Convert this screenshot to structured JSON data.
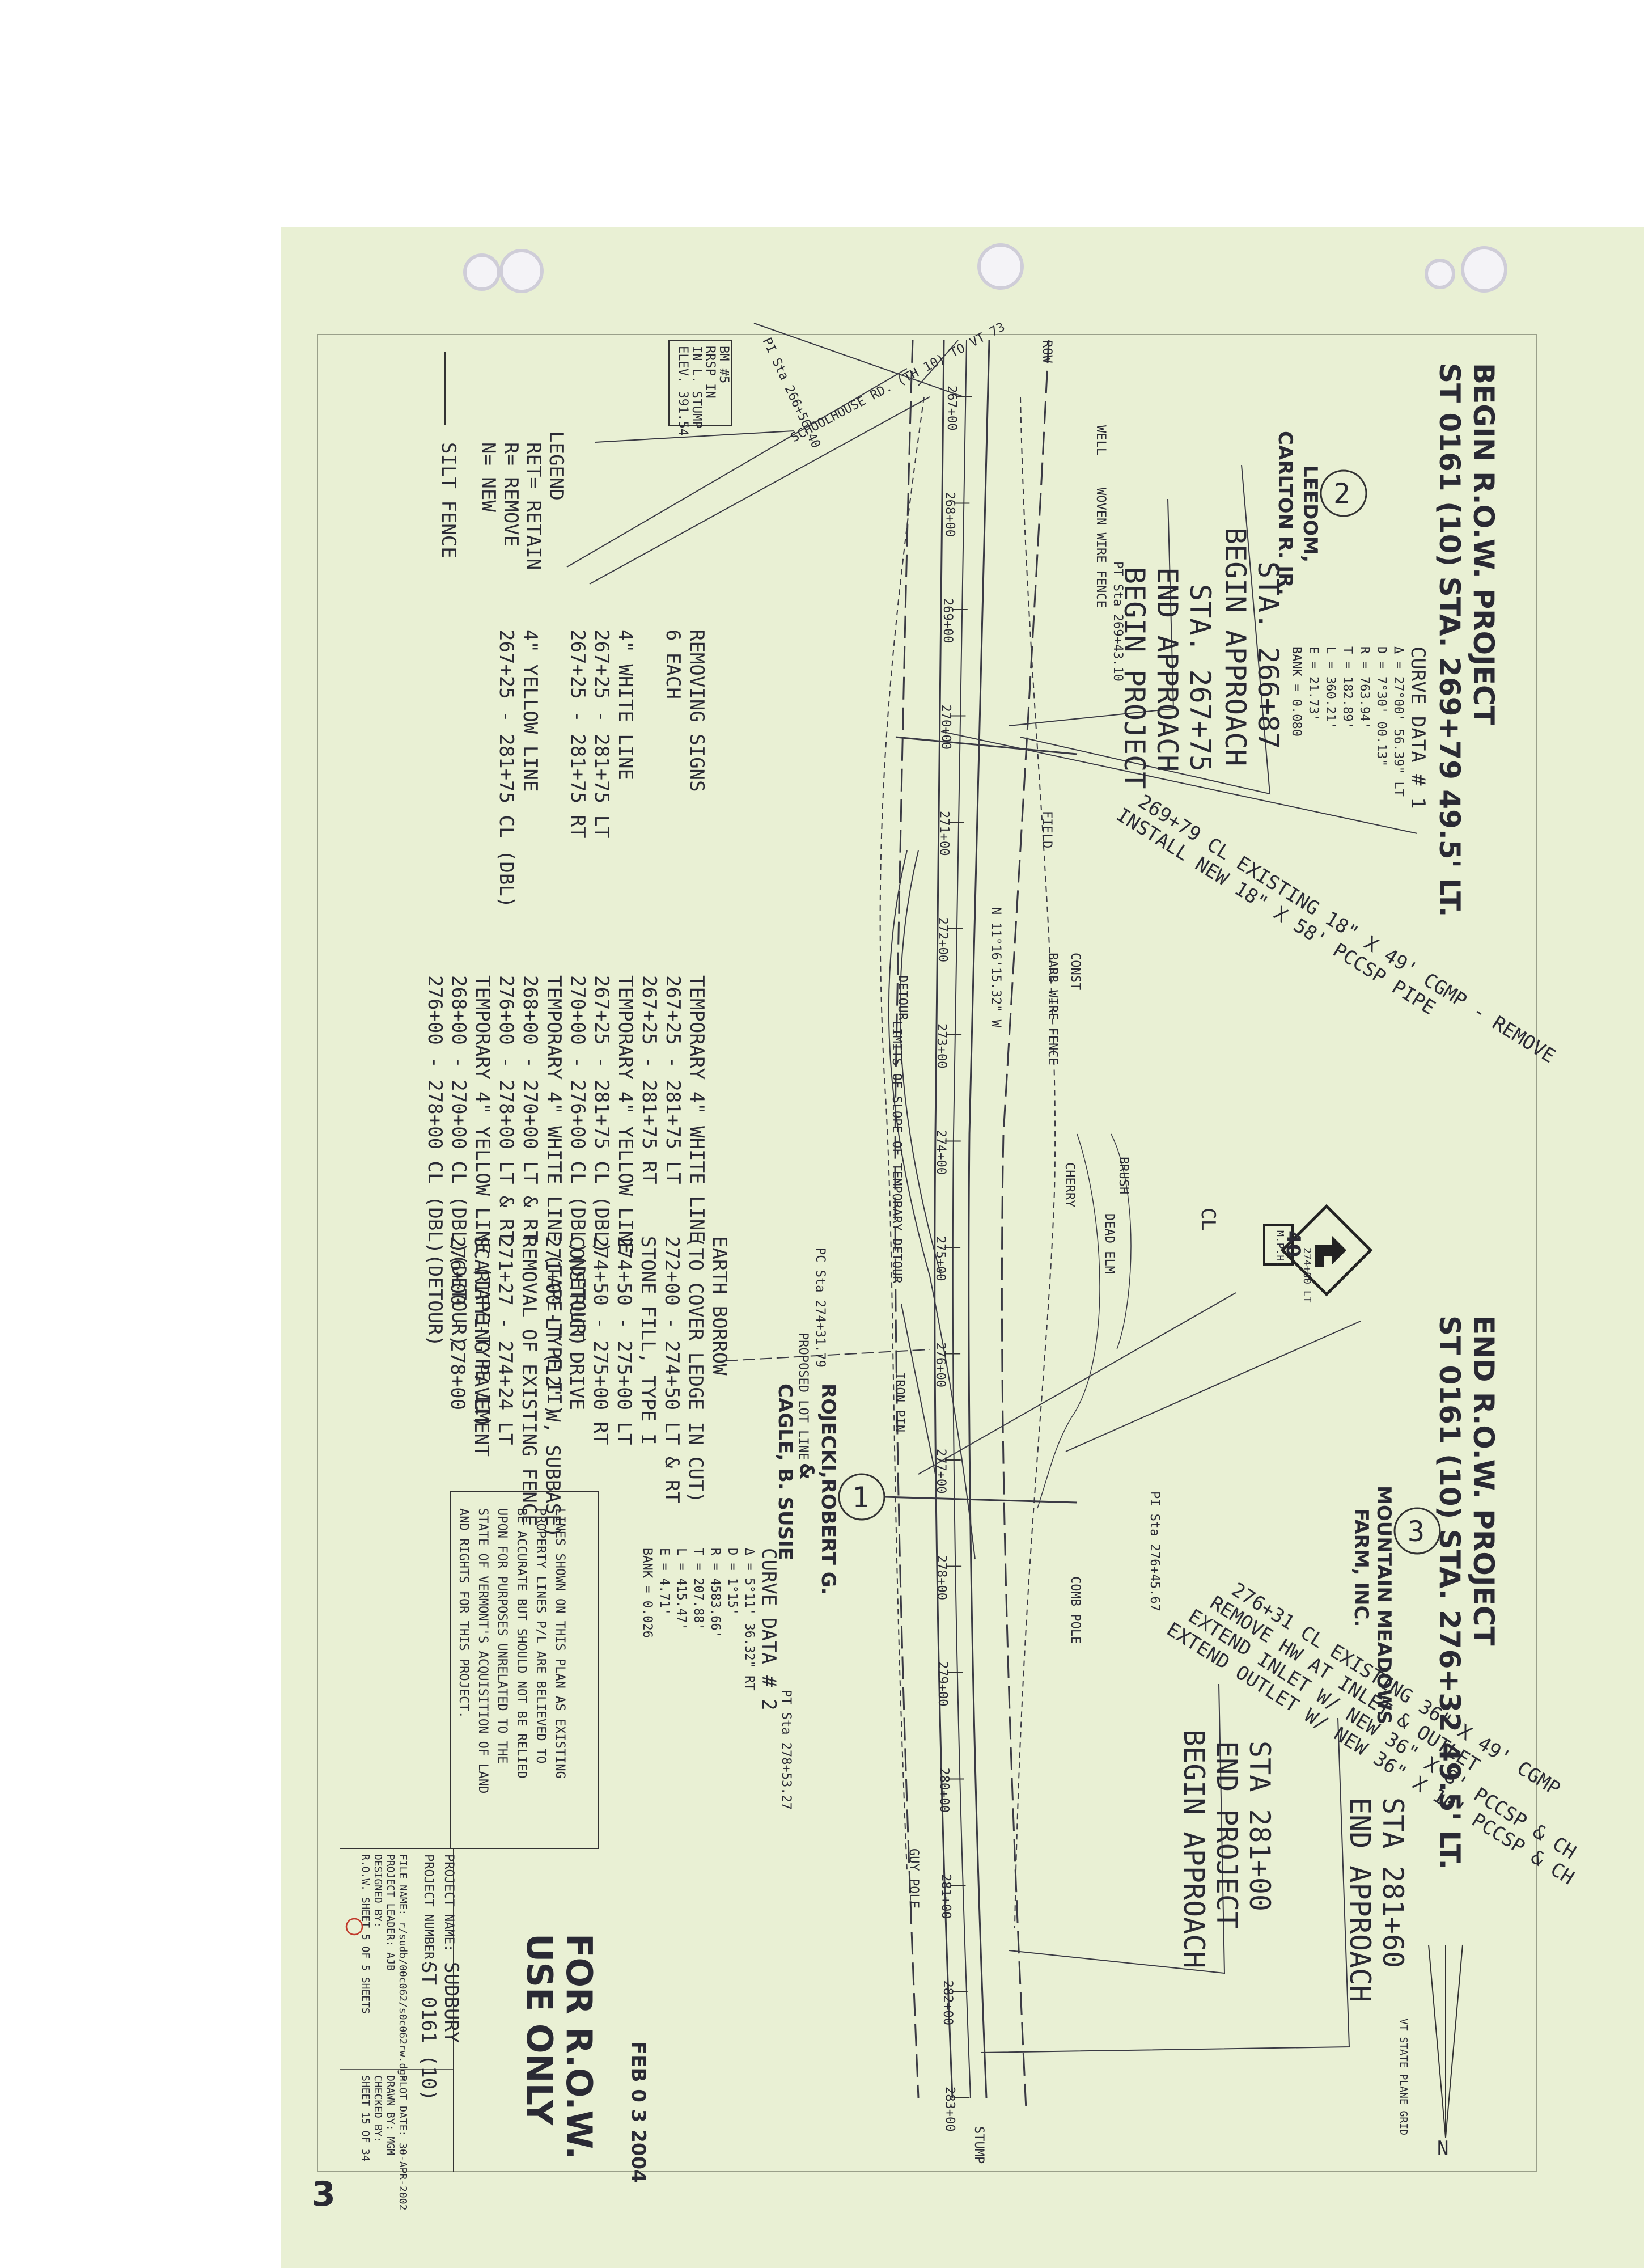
{
  "title_begin": "BEGIN R.O.W. PROJECT",
  "title_begin_sta": "ST 0161 (10)  STA. 269+79  49.5' LT.",
  "title_end": "END R.O.W. PROJECT",
  "title_end_sta": "ST 0161 (10)  STA. 276+32  49.5' LT.",
  "curve1": {
    "heading": "CURVE DATA # 1",
    "lines": [
      "Δ = 27°00' 56.39\" LT",
      "D = 7°30' 00.13\"",
      "R = 763.94'",
      "T = 182.89'",
      "L = 360.21'",
      "E = 21.73'",
      "BANK = 0.080"
    ]
  },
  "curve2": {
    "heading": "CURVE DATA # 2",
    "lines": [
      "Δ = 5°11' 36.32\" RT",
      "D = 1°15'",
      "R = 4583.66'",
      "T = 207.88'",
      "L = 415.47'",
      "E = 4.71'",
      "BANK = 0.026"
    ]
  },
  "owners": [
    {
      "num": "2",
      "name1": "LEEDOM,",
      "name2": "CARLTON R. JR."
    },
    {
      "num": "1",
      "name1": "ROJECKI,ROBERT G.",
      "name2": "&",
      "name3": "CAGLE, B. SUSIE"
    },
    {
      "num": "3",
      "name1": "MOUNTAIN MEADOWS",
      "name2": "FARM, INC."
    }
  ],
  "stations": {
    "s1": "STA. 266+87",
    "s1b": "BEGIN APPROACH",
    "s2": "STA. 267+75",
    "s2b": "END APPROACH",
    "s2c": "BEGIN PROJECT",
    "s3": "STA 281+00",
    "s3b": "END PROJECT",
    "s3c": "BEGIN APPROACH",
    "s4": "STA 281+60",
    "s4b": "END APPROACH"
  },
  "culvert1": [
    "269+79 CL EXISTING 18\" X 49' CGMP - REMOVE",
    "INSTALL NEW 18\" X 58' PCCSP PIPE"
  ],
  "culvert2": [
    "276+31 CL EXISTING 36\" X 49' CGMP",
    "REMOVE HW AT INLET & OUTLET",
    "EXTEND INLET W/ NEW 36\" X 8' PCCSP & CH",
    "EXTEND OUTLET W/ NEW 36\" X 10' PCCSP & CH"
  ],
  "legend": {
    "heading": "LEGEND",
    "items": [
      "RET= RETAIN",
      "R= REMOVE",
      "N= NEW"
    ],
    "silt": "SILT FENCE"
  },
  "bm": [
    "BM #5",
    "RRSP IN",
    "IN L. STUMP",
    "ELEV. 391.54"
  ],
  "quantities_col1": [
    "REMOVING SIGNS",
    "6 EACH",
    "",
    "4\" WHITE LINE",
    "267+25 - 281+75 LT",
    "267+25 - 281+75 RT",
    "",
    "4\" YELLOW LINE",
    "267+25 - 281+75 CL (DBL)"
  ],
  "quantities_col2": [
    "TEMPORARY 4\" WHITE LINE",
    "267+25 - 281+75 LT",
    "267+25 - 281+75 RT",
    "TEMPORARY 4\" YELLOW LINE",
    "267+25 - 281+75 CL (DBL)",
    "270+00 - 276+00 CL (DBL)(DETOUR)",
    "TEMPORARY 4\" WHITE LINE (TAPE-TYPE II)",
    "268+00 - 270+00 LT & RT",
    "276+00 - 278+00 LT & RT",
    "TEMPORARY 4\" YELLOW LINE (TAPE-TYPE II)",
    "268+00 - 270+00 CL (DBL)(DETOUR)",
    "276+00 - 278+00 CL (DBL)(DETOUR)"
  ],
  "quantities_col3": [
    "EARTH BORROW",
    "(TO COVER LEDGE IN CUT)",
    "272+00 - 274+50 LT & RT",
    "STONE FILL, TYPE I",
    "274+50 - 275+00 LT",
    "274+50 - 275+00 RT",
    "CONSTRUCT DRIVE",
    "271+00 LT (12' W, SUBBASE)",
    "REMOVAL OF EXISTING FENCE",
    "271+27 - 274+24 LT",
    "SCARIFYING PAVEMENT",
    "276+00 - 278+00"
  ],
  "note": [
    "LINES SHOWN ON THIS PLAN AS EXISTING",
    "PROPERTY LINES P/L ARE BELIEVED TO",
    "BE ACCURATE BUT SHOULD NOT BE RELIED",
    "UPON FOR PURPOSES UNRELATED TO THE",
    "STATE OF VERMONT'S ACQUISITION OF LAND",
    "AND RIGHTS FOR THIS PROJECT."
  ],
  "row_stamp": [
    "FOR R.O.W.",
    "USE ONLY"
  ],
  "date_stamp": "FEB 0 3 2004",
  "titleblock": {
    "project_name_label": "PROJECT NAME:",
    "project_name": "SUDBURY",
    "project_number_label": "PROJECT NUMBER:",
    "project_number": "ST 0161 (10)",
    "file_name": "FILE NAME: r/sudb/00c062/s0c062rw.dgn",
    "project_leader": "PROJECT LEADER: AJB",
    "designed_by": "DESIGNED BY:",
    "row_sheet": "R.O.W. SHEET 5 OF 5 SHEETS",
    "plot_date": "PLOT DATE: 30-APR-2002",
    "drawn_by": "DRAWN BY: MGM",
    "checked_by": "CHECKED BY:",
    "sheet": "SHEET 15 OF 34"
  },
  "north_label": "VT STATE PLANE GRID",
  "north_letter": "N",
  "page_number": "3",
  "sign": {
    "speed": "40",
    "unit": "M.P.H."
  },
  "station_ticks": [
    "267+00",
    "268+00",
    "269+00",
    "270+00",
    "271+00",
    "272+00",
    "273+00",
    "274+00",
    "275+00",
    "276+00",
    "277+00",
    "278+00",
    "279+00",
    "280+00",
    "281+00",
    "282+00",
    "283+00"
  ],
  "pi_labels": [
    "PI Sta 266+56.40",
    "PI Sta 276+45.67",
    "PC Sta 274+31.79",
    "PT Sta 278+53.27",
    "PT Sta 269+43.10"
  ],
  "misc_labels": [
    "SCHOOLHOUSE RD. (TH 10) TO VT 73",
    "PROPOSED LOT LINE",
    "WOVEN WIRE FENCE",
    "BRUSH",
    "CHERRY",
    "IRON PIN",
    "BARB WIRE FENCE",
    "STUMP",
    "DEAD ELM",
    "COMB POLE",
    "GUY POLE",
    "ROW",
    "CL",
    "WELL",
    "FIELD",
    "N 11°16'15.32\" W",
    "274+00 LT",
    "CONST",
    "DETOUR",
    "LIMITS OF SLOPE OF TEMPORARY DETOUR"
  ]
}
